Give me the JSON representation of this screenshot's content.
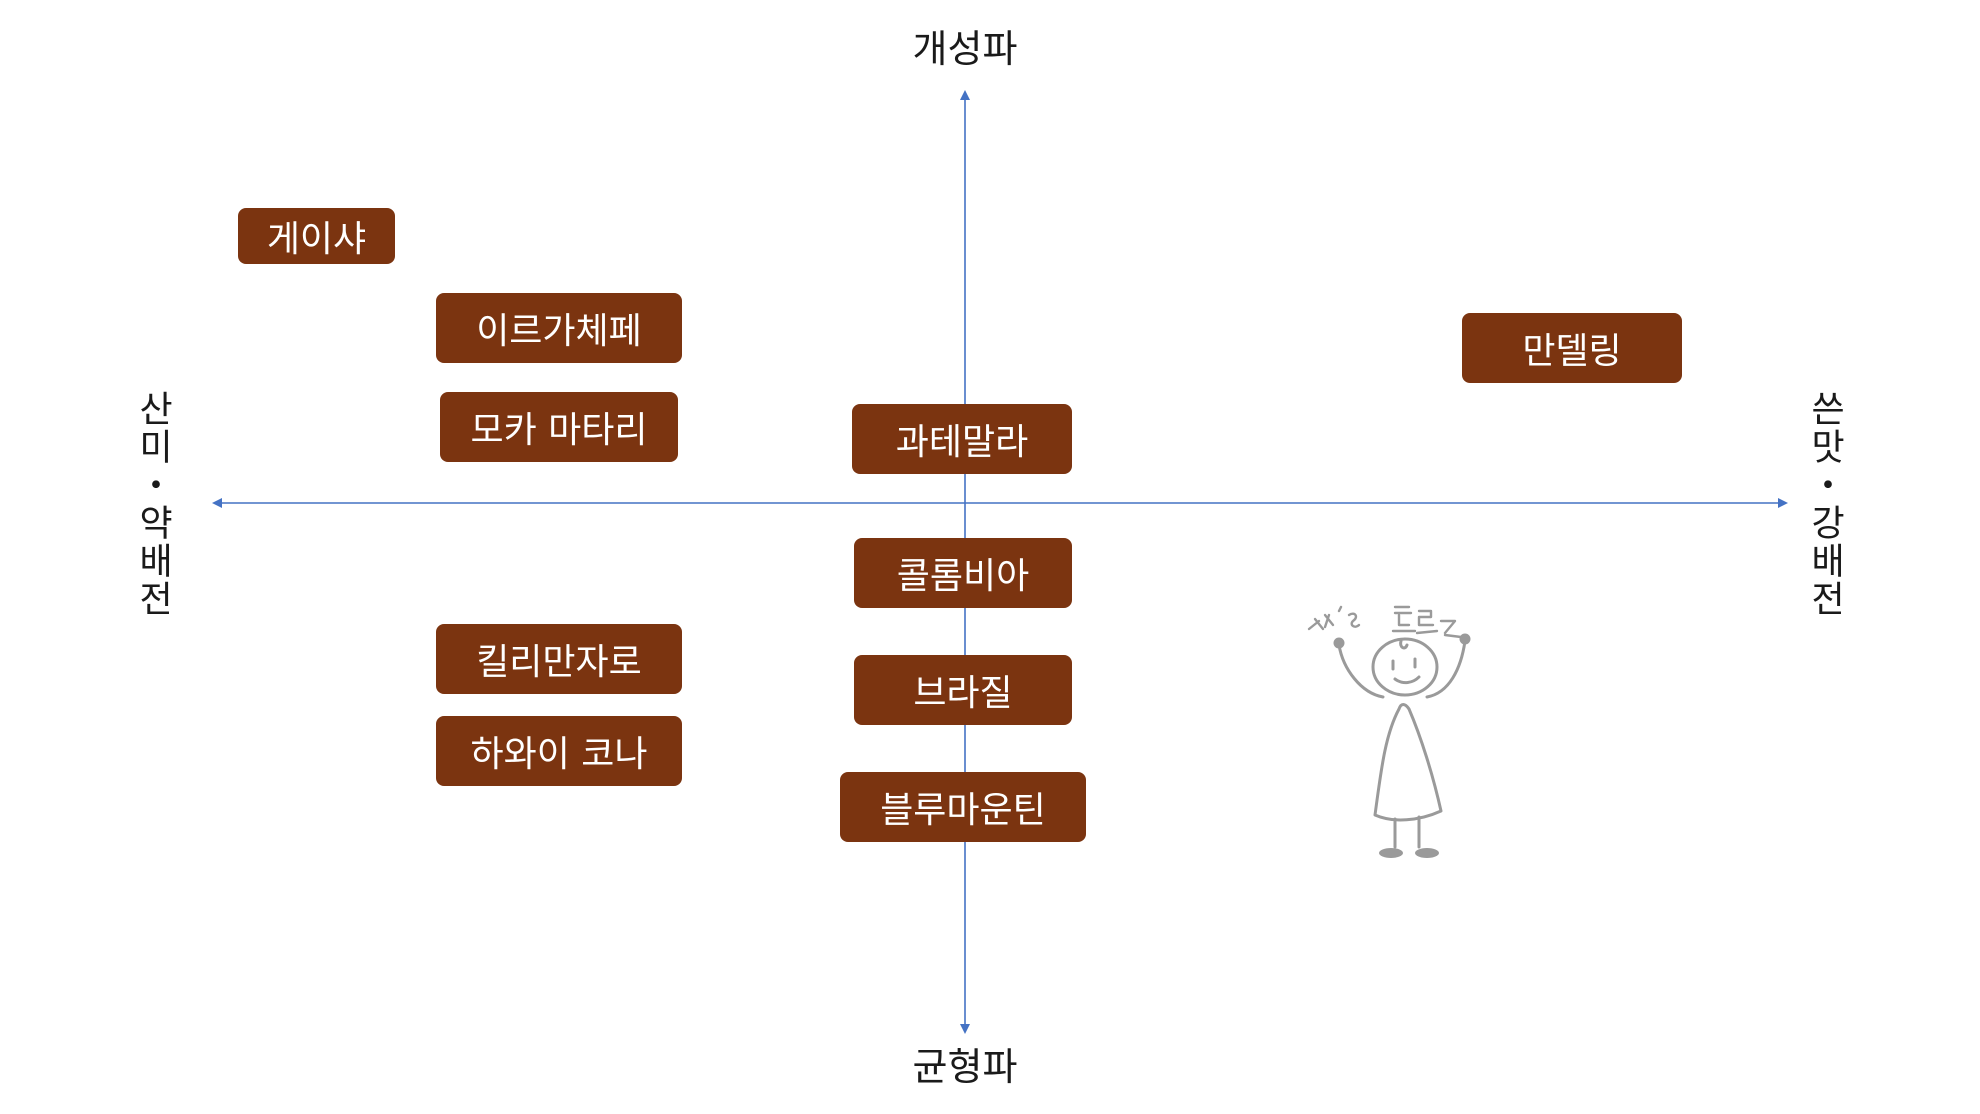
{
  "axes": {
    "top_label": "개성파",
    "bottom_label": "균형파",
    "left_label": "산미・약배전",
    "right_label": "쓴맛・강배전",
    "axis_color": "#4472c4"
  },
  "beans": [
    {
      "label": "게이샤"
    },
    {
      "label": "이르가체페"
    },
    {
      "label": "모카 마타리"
    },
    {
      "label": "과테말라"
    },
    {
      "label": "만델링"
    },
    {
      "label": "콜롬비아"
    },
    {
      "label": "킬리만자로"
    },
    {
      "label": "브라질"
    },
    {
      "label": "하와이 코나"
    },
    {
      "label": "블루마운틴"
    }
  ],
  "tag_color": "#7b3410",
  "mascot": {
    "icon": "stick-figure-mascot-icon",
    "caption": "★'s 블로그"
  }
}
